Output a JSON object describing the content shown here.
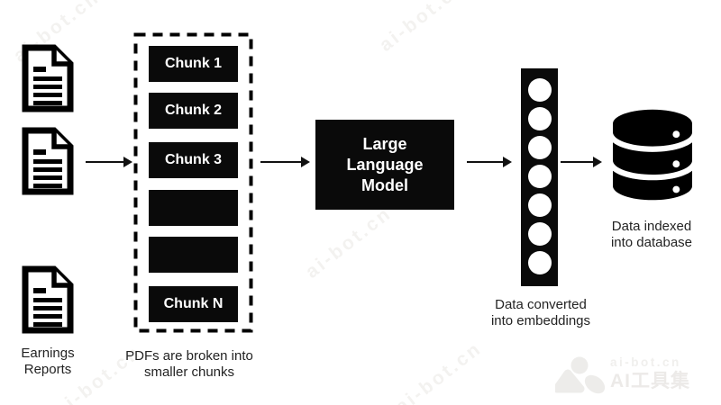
{
  "pipeline": {
    "sources": {
      "caption_lines": [
        "Earnings",
        "Reports"
      ],
      "document_count": 3
    },
    "chunking": {
      "caption_lines": [
        "PDFs are broken into",
        "smaller chunks"
      ],
      "chunk_labels": [
        "Chunk 1",
        "Chunk 2",
        "Chunk 3",
        "",
        "",
        "Chunk N"
      ]
    },
    "model": {
      "title_lines": [
        "Large",
        "Language",
        "Model"
      ]
    },
    "embeddings": {
      "caption_lines": [
        "Data converted",
        "into embeddings"
      ],
      "dot_count": 7
    },
    "database": {
      "caption_lines": [
        "Data indexed",
        "into database"
      ]
    }
  },
  "watermark": {
    "site": "ai-bot.cn",
    "brand": "AI工具集"
  },
  "colors": {
    "node_fill": "#0a0a0a",
    "node_text": "#ffffff",
    "caption_text": "#232323",
    "arrow": "#111111",
    "watermark_light": "#edecea",
    "background": "#ffffff"
  }
}
